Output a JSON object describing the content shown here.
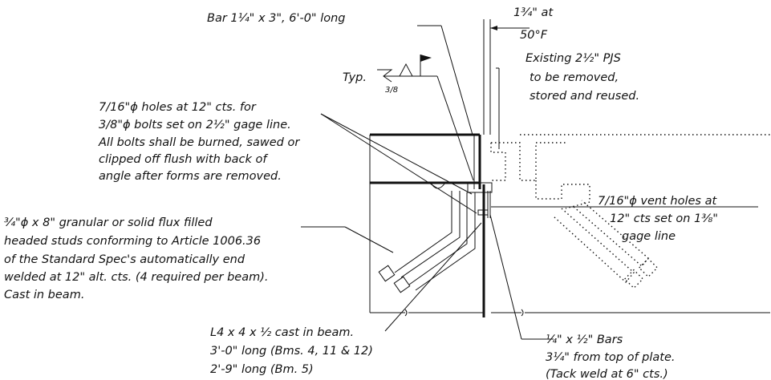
{
  "notes": {
    "bar": "Bar 1¼\" x 3\", 6'-0\" long",
    "gap_line1": "1¾\" at",
    "gap_line2": "50°F",
    "pjs_line1": "Existing 2½\" PJS",
    "pjs_line2": "to be removed,",
    "pjs_line3": "stored and reused.",
    "weld_typ": "Typ.",
    "weld_size": "3/8",
    "holes_line1": "7/16\"ϕ holes at 12\" cts. for",
    "holes_line2": "3/8\"ϕ bolts set on 2½\" gage line.",
    "holes_line3": "All bolts shall be burned, sawed or",
    "holes_line4": "clipped off flush with back of",
    "holes_line5": "angle after forms are removed.",
    "vent_line1": "7/16\"ϕ vent holes at",
    "vent_line2": "12\" cts set on 1⅜\"",
    "vent_line3": "gage line",
    "studs_line1": "¾\"ϕ x 8\" granular or solid flux filled",
    "studs_line2": "headed studs conforming to Article 1006.36",
    "studs_line3": "of the Standard Spec's automatically end",
    "studs_line4": "welded at 12\" alt. cts. (4 required per beam).",
    "studs_line5": "Cast in beam.",
    "angle_line1": "L4 x 4 x ½ cast in beam.",
    "angle_line2": "3'-0\" long (Bms. 4, 11 & 12)",
    "angle_line3": "2'-9\" long (Bm. 5)",
    "bars_line1": "¼\" x ½\" Bars",
    "bars_line2": "3¼\" from top of plate.",
    "bars_line3": "(Tack weld at 6\" cts.)"
  }
}
